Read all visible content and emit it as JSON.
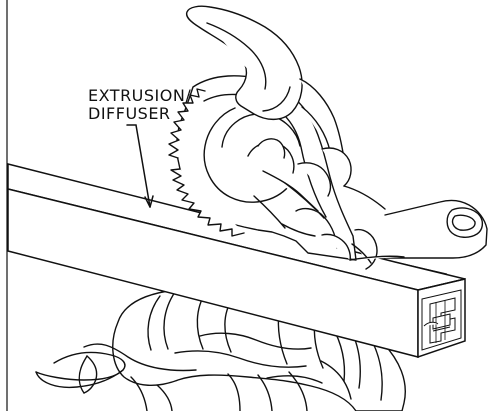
{
  "figure": {
    "label_line_1": "EXTRUSION/",
    "label_line_2": "DIFFUSER",
    "icons": [
      "miter-saw-illustration",
      "extrusion-diffuser-rail",
      "leader-arrow"
    ]
  }
}
